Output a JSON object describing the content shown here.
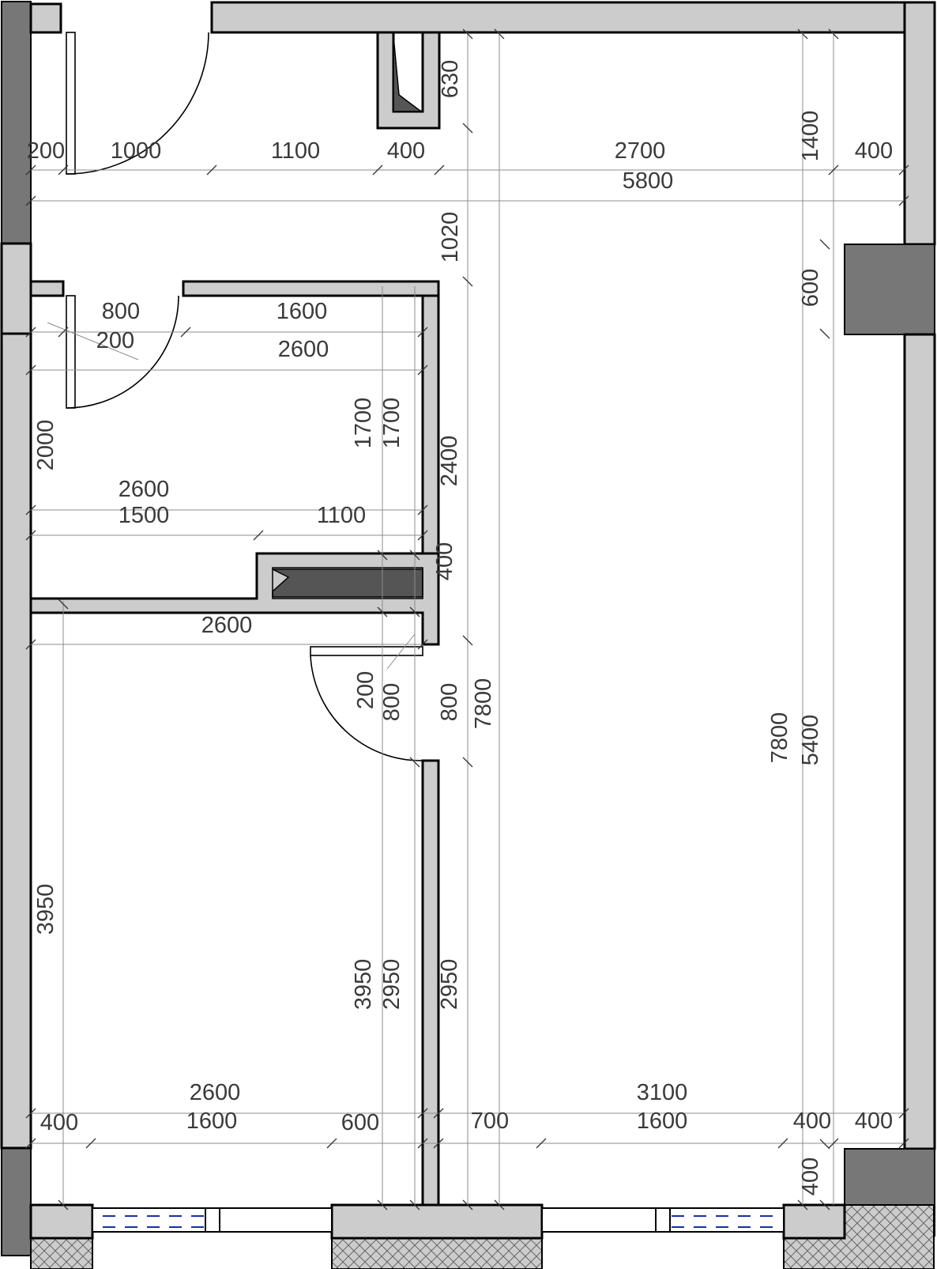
{
  "plan": {
    "dimensions": {
      "top_200": "200",
      "top_1000": "1000",
      "top_1100": "1100",
      "top_400_a": "400",
      "top_2700": "2700",
      "top_400_b": "400",
      "top_5800": "5800",
      "v_630": "630",
      "v_1020": "1020",
      "v_1400": "1400",
      "v_600_window": "600",
      "bath_800": "800",
      "bath_200": "200",
      "bath_1600": "1600",
      "bath_2600_top": "2600",
      "bath_2000": "2000",
      "bath_1700_a": "1700",
      "bath_1700_b": "1700",
      "v_2400": "2400",
      "mid_2600": "2600",
      "mid_1500": "1500",
      "mid_1100": "1100",
      "v_400_duct": "400",
      "bed_2600": "2600",
      "door_200": "200",
      "door_800_a": "800",
      "door_800_b": "800",
      "v_7800_inner": "7800",
      "v_7800_right": "7800",
      "v_5400": "5400",
      "v_3950_left": "3950",
      "v_3950_mid": "3950",
      "v_2950_a": "2950",
      "v_2950_b": "2950",
      "bot_2600": "2600",
      "bot_3100": "3100",
      "bot_400_left": "400",
      "bot_1600_left": "1600",
      "bot_600": "600",
      "bot_700": "700",
      "bot_1600_right": "1600",
      "bot_400_mid": "400",
      "bot_400_right": "400",
      "v_400_bottom": "400"
    }
  }
}
